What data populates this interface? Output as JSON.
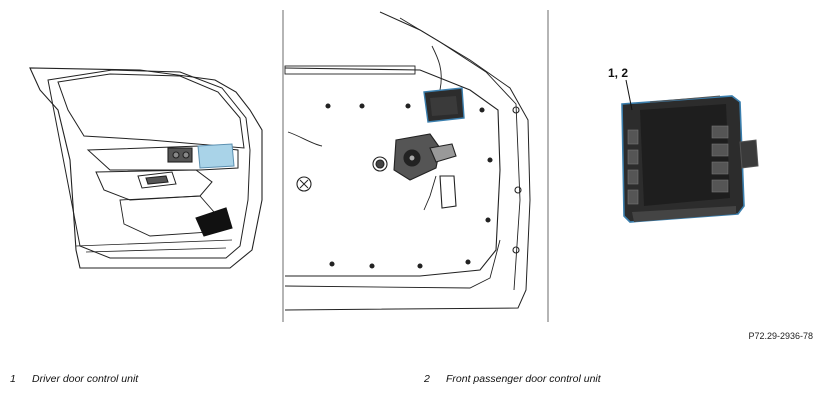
{
  "figure_reference": "P72.29-2936-78",
  "callout_label": "1, 2",
  "legend": [
    {
      "number": "1",
      "text": "Driver door control unit"
    },
    {
      "number": "2",
      "text": "Front passenger door control unit"
    }
  ],
  "colors": {
    "line": "#222222",
    "highlight_fill": "#a9d3e8",
    "module_fill": "#2c2c2c",
    "module_outline": "#3b7fae",
    "panel_border": "#6b6b6b"
  }
}
